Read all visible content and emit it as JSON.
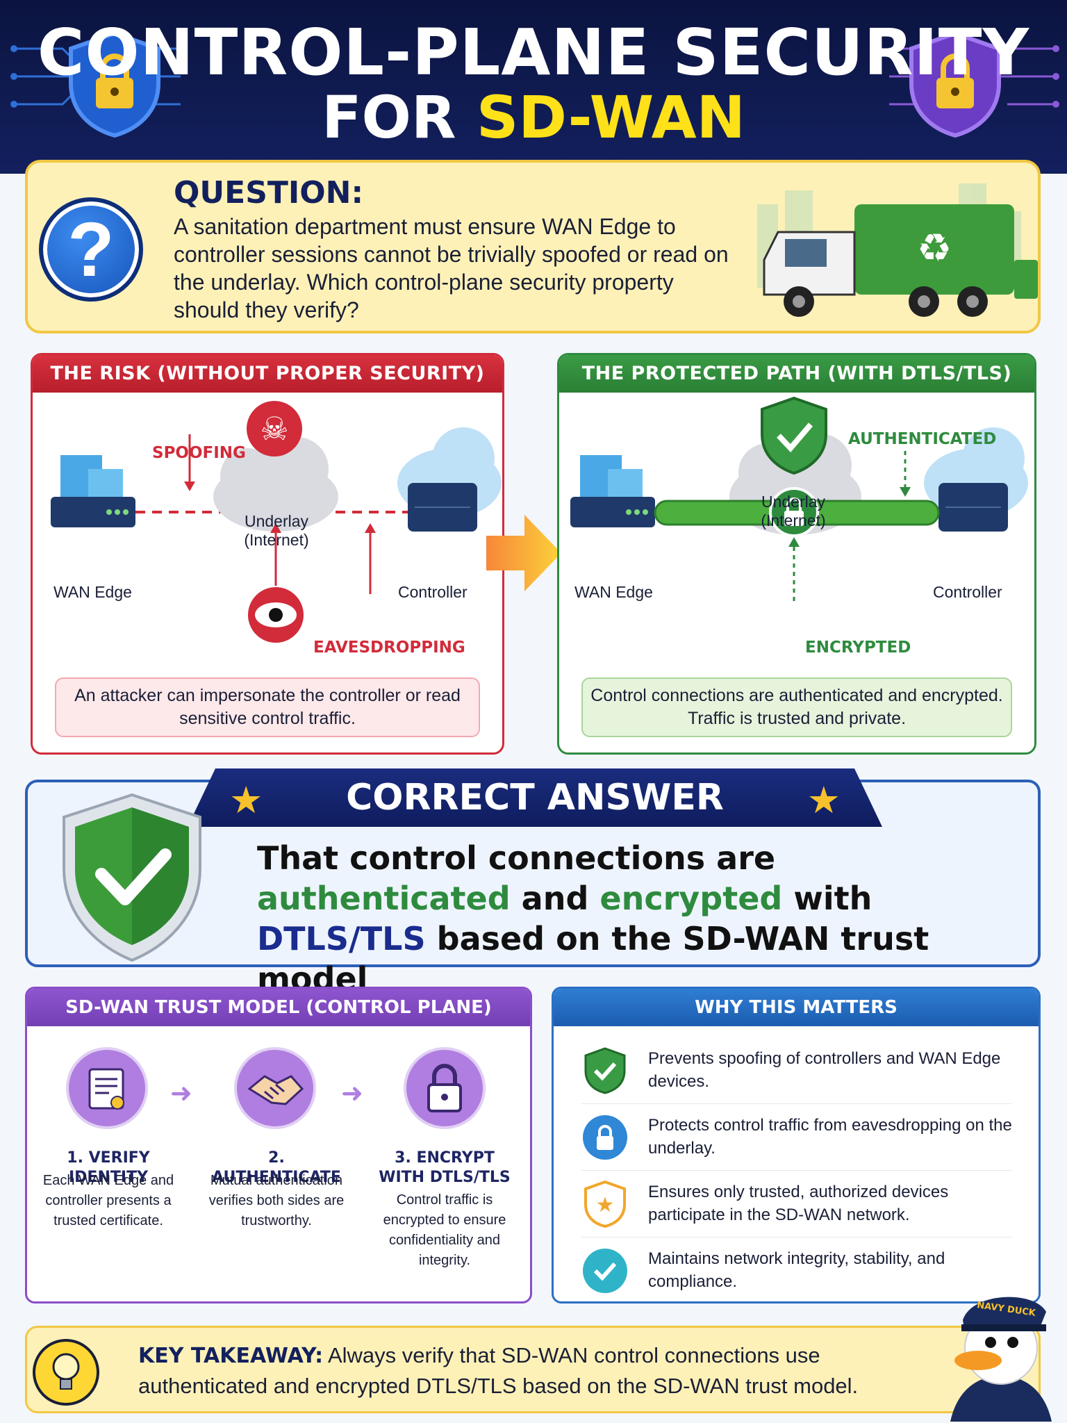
{
  "header": {
    "title_line1": "CONTROL-PLANE SECURITY",
    "title_for": "FOR ",
    "title_highlight": "SD-WAN",
    "left_icon": "lock-shield-icon",
    "right_icon": "lock-shield-icon"
  },
  "question": {
    "label": "QUESTION:",
    "text": "A sanitation department must ensure WAN Edge to controller sessions cannot be trivially spoofed or read on the underlay. Which control-plane security property should they verify?",
    "icon": "question-mark-icon",
    "illustration": "garbage-truck-icon"
  },
  "risk_panel": {
    "title": "THE RISK (WITHOUT PROPER SECURITY)",
    "spoofing_label": "SPOOFING",
    "eavesdropping_label": "EAVESDROPPING",
    "underlay_label_1": "Underlay",
    "underlay_label_2": "(Internet)",
    "edge_label": "WAN Edge",
    "controller_label": "Controller",
    "caption": "An attacker can impersonate the controller or read sensitive control traffic.",
    "colors": {
      "accent": "#d22b3a"
    }
  },
  "protected_panel": {
    "title": "THE PROTECTED PATH (WITH DTLS/TLS)",
    "authenticated_label": "AUTHENTICATED",
    "encrypted_label": "ENCRYPTED",
    "underlay_label_1": "Underlay",
    "underlay_label_2": "(Internet)",
    "edge_label": "WAN Edge",
    "controller_label": "Controller",
    "caption": "Control connections are authenticated and encrypted. Traffic is trusted and private.",
    "colors": {
      "accent": "#2e8b3e"
    }
  },
  "answer": {
    "banner": "CORRECT ANSWER",
    "part1": "That control connections are ",
    "auth": "authenticated",
    "and": " and ",
    "enc": "encrypted",
    "with": " with ",
    "dtls": "DTLS/TLS",
    "rest": " based on the SD-WAN trust model",
    "icon": "check-shield-icon"
  },
  "trust_model": {
    "title": "SD-WAN TRUST MODEL (CONTROL PLANE)",
    "steps": [
      {
        "title": "1. VERIFY IDENTITY",
        "desc": "Each WAN Edge and controller presents a trusted certificate.",
        "icon": "certificate-icon"
      },
      {
        "title": "2. AUTHENTICATE",
        "desc": "Mutual authentication verifies both sides are trustworthy.",
        "icon": "handshake-icon"
      },
      {
        "title": "3. ENCRYPT WITH DTLS/TLS",
        "desc": "Control traffic is encrypted to ensure confidentiality and integrity.",
        "icon": "padlock-icon"
      }
    ]
  },
  "why": {
    "title": "WHY THIS MATTERS",
    "items": [
      {
        "text": "Prevents spoofing of controllers and WAN Edge devices.",
        "icon": "check-shield-icon"
      },
      {
        "text": "Protects control traffic from eavesdropping on the underlay.",
        "icon": "lock-circle-icon"
      },
      {
        "text": "Ensures only trusted, authorized devices participate in the SD-WAN network.",
        "icon": "star-shield-icon"
      },
      {
        "text": "Maintains network integrity, stability, and compliance.",
        "icon": "check-circle-icon"
      }
    ]
  },
  "takeaway": {
    "label": "KEY TAKEAWAY:",
    "text": " Always verify that SD-WAN control connections use authenticated and encrypted DTLS/TLS based on the SD-WAN trust model.",
    "icon": "lightbulb-icon"
  },
  "mascot": {
    "cap_text": "NAVY DUCK",
    "icon": "navy-duck-mascot-icon"
  }
}
